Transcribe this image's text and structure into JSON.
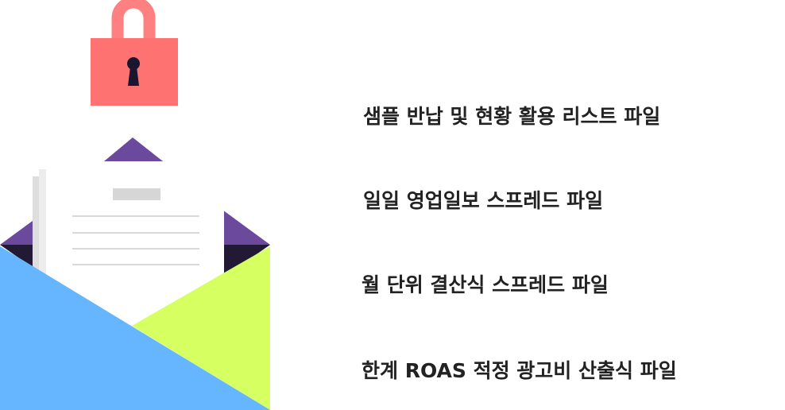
{
  "illustration": {
    "icons": [
      "padlock-icon",
      "keyhole-icon",
      "envelope-icon",
      "letter-document-icon"
    ],
    "colors": {
      "padlock_shackle": "#ff8080",
      "padlock_body": "#ff7272",
      "keyhole": "#1a1630",
      "envelope_flap": "#6b4a9e",
      "envelope_inner": "#221a34",
      "envelope_front_left": "#66b5ff",
      "envelope_front_right": "#d6ff62",
      "paper": "#ffffff",
      "paper_shadow": "#dedede",
      "paper_lines": "#d9d9d9"
    }
  },
  "files": {
    "items": [
      {
        "label": "샘플 반납 및 현황 활용 리스트 파일"
      },
      {
        "label": "일일 영업일보 스프레드 파일"
      },
      {
        "label": "월 단위 결산식 스프레드 파일"
      },
      {
        "label": "한계 ROAS 적정 광고비 산출식 파일"
      }
    ]
  }
}
